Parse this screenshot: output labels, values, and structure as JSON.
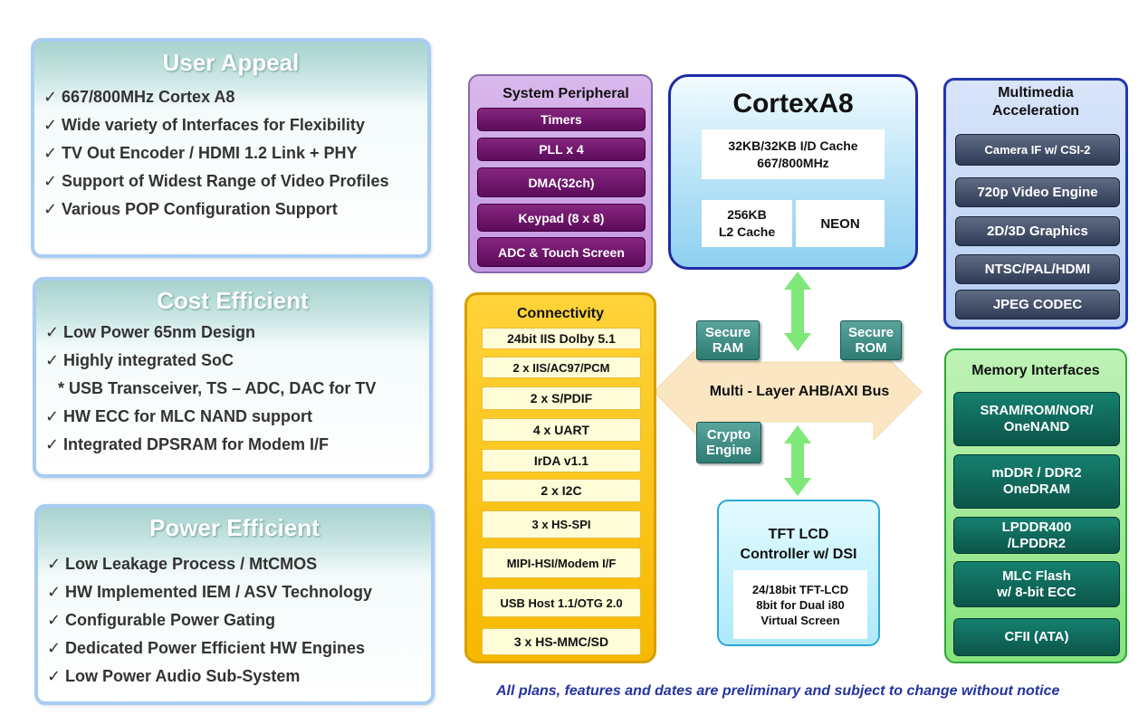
{
  "panels": {
    "user": {
      "title": "User Appeal",
      "items": [
        "667/800MHz Cortex A8",
        "Wide variety of Interfaces for Flexibility",
        "TV Out Encoder / HDMI 1.2 Link + PHY",
        "Support of Widest Range of Video Profiles",
        "Various POP Configuration Support"
      ]
    },
    "cost": {
      "title": "Cost Efficient",
      "items": [
        "Low Power 65nm Design",
        "Highly integrated SoC",
        "* USB Transceiver, TS – ADC, DAC for TV",
        "HW ECC for MLC NAND support",
        "Integrated DPSRAM for Modem I/F"
      ]
    },
    "power": {
      "title": "Power Efficient",
      "items": [
        "Low Leakage Process / MtCMOS",
        "HW Implemented IEM / ASV Technology",
        "Configurable Power Gating",
        "Dedicated Power Efficient HW Engines",
        "Low Power Audio Sub-System"
      ]
    }
  },
  "check_mark": "✓",
  "system_peripheral": {
    "title": "System Peripheral",
    "items": [
      "Timers",
      "PLL x 4",
      "DMA(32ch)",
      "Keypad (8 x 8)",
      "ADC & Touch Screen"
    ]
  },
  "cortex": {
    "title": "CortexA8",
    "cache": "32KB/32KB I/D Cache\n667/800MHz",
    "l2": "256KB\nL2 Cache",
    "neon": "NEON"
  },
  "multimedia": {
    "title": "Multimedia\nAcceleration",
    "items": [
      "Camera IF w/ CSI-2",
      "720p Video Engine",
      "2D/3D Graphics",
      "NTSC/PAL/HDMI",
      "JPEG CODEC"
    ]
  },
  "connectivity": {
    "title": "Connectivity",
    "items": [
      "24bit IIS Dolby 5.1",
      "2 x IIS/AC97/PCM",
      "2 x S/PDIF",
      "4 x UART",
      "IrDA v1.1",
      "2 x I2C",
      "3 x HS-SPI",
      "MIPI-HSI/Modem I/F",
      "USB Host 1.1/OTG 2.0",
      "3 x HS-MMC/SD"
    ]
  },
  "bus": {
    "label": "Multi - Layer AHB/AXI Bus",
    "secure_ram": "Secure\nRAM",
    "secure_rom": "Secure\nROM",
    "crypto": "Crypto\nEngine"
  },
  "tft": {
    "title": "TFT LCD\nController w/ DSI",
    "detail": "24/18bit TFT-LCD\n8bit for Dual i80\nVirtual Screen"
  },
  "memory": {
    "title": "Memory Interfaces",
    "items": [
      "SRAM/ROM/NOR/\nOneNAND",
      "mDDR / DDR2\nOneDRAM",
      "LPDDR400\n/LPDDR2",
      "MLC Flash\nw/ 8-bit ECC",
      "CFII (ATA)"
    ]
  },
  "note": "All plans, features and dates are preliminary and subject to change without notice",
  "colors": {
    "bus_arrow": "#fbe6c4",
    "vertical_arrow": "#7ee878",
    "note": "#2334a0"
  }
}
